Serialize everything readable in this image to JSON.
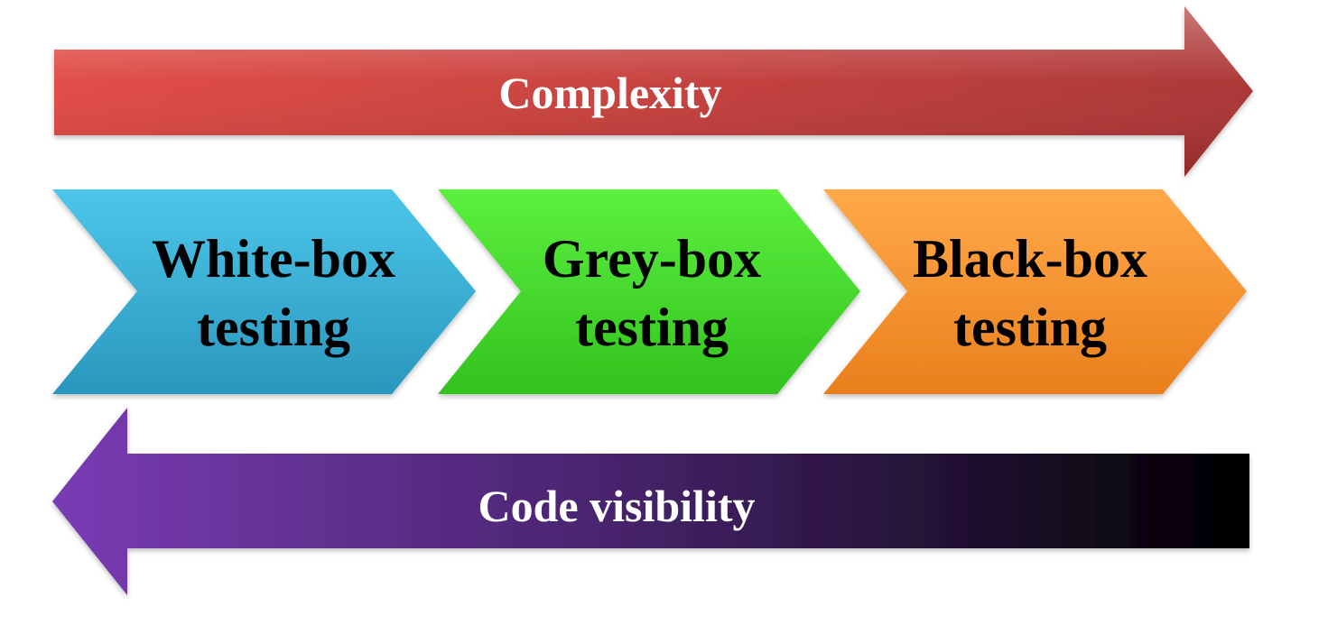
{
  "diagram": {
    "top_arrow": {
      "label": "Complexity",
      "direction": "right",
      "colors": {
        "start": "#e0443f",
        "end": "#a82e2e",
        "text": "#ffffff"
      }
    },
    "stages": [
      {
        "line1": "White-box",
        "line2": "testing",
        "colors": {
          "top": "#4cc6ea",
          "bottom": "#2a97bd",
          "text": "#000000"
        }
      },
      {
        "line1": "Grey-box",
        "line2": "testing",
        "colors": {
          "top": "#5cf03e",
          "bottom": "#33c21f",
          "text": "#000000"
        }
      },
      {
        "line1": "Black-box",
        "line2": "testing",
        "colors": {
          "top": "#ffa94a",
          "bottom": "#ea7f1c",
          "text": "#000000"
        }
      }
    ],
    "bottom_arrow": {
      "label": "Code visibility",
      "direction": "left",
      "colors": {
        "start": "#7a3bb4",
        "end": "#000000",
        "text": "#ffffff"
      }
    }
  }
}
